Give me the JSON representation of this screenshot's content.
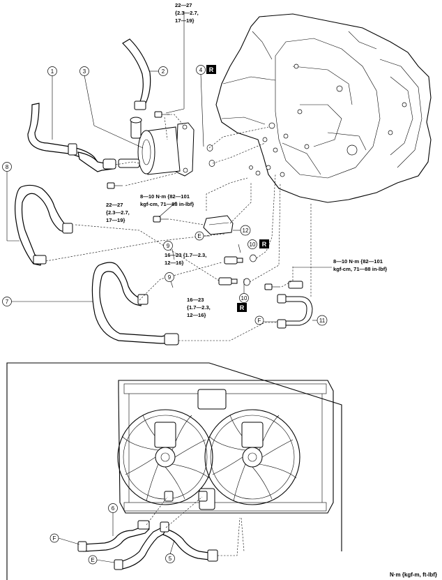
{
  "callouts": {
    "c1": "1",
    "c2": "2",
    "c3": "3",
    "c4": "4",
    "c5": "5",
    "c6": "6",
    "c7": "7",
    "c8": "8",
    "c9a": "9",
    "c9b": "9",
    "c10a": "10",
    "c10b": "10",
    "c11": "11",
    "c12": "12",
    "eA": "E",
    "eB": "E",
    "fA": "F",
    "fB": "F"
  },
  "replace_badge": "R",
  "torque": {
    "t1": [
      "22—27",
      "{2.3—2.7,",
      "17—19}"
    ],
    "t2": [
      "22—27",
      "{2.3—2.7,",
      "17—19}"
    ],
    "t3": [
      "8—10 N·m {82—101",
      "kgf-cm, 71—88 in-lbf}"
    ],
    "t4": [
      "16—23 {1.7—2.3,",
      "12—16}"
    ],
    "t5": [
      "16—23",
      "{1.7—2.3,",
      "12—16}"
    ],
    "t6": [
      "8—10 N·m {82—101",
      "kgf-cm, 71—88 in-lbf}"
    ]
  },
  "units_note": "N·m {kgf-m, ft-lbf}"
}
